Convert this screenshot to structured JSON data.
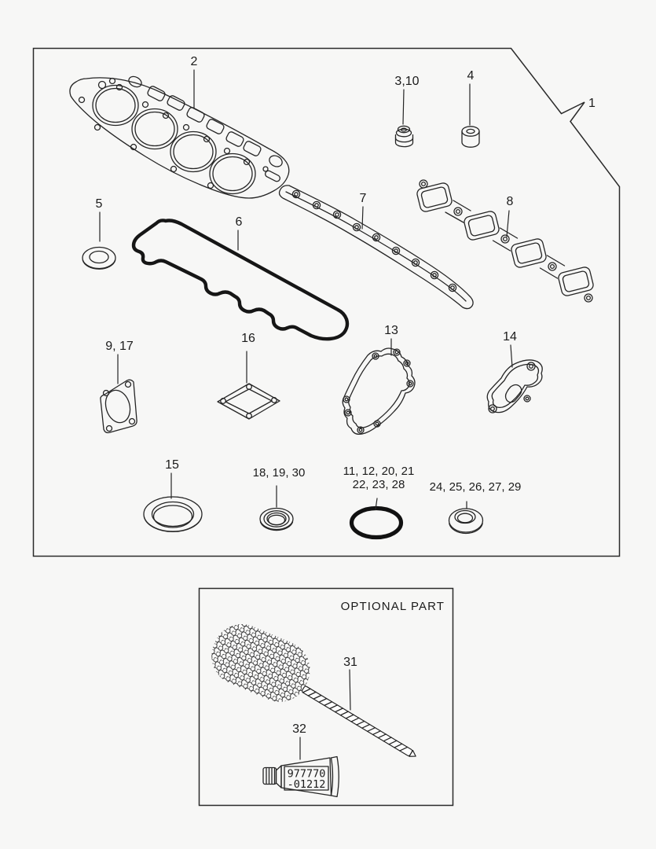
{
  "diagram": {
    "assembly_callout": "1",
    "callouts": {
      "head_gasket": "2",
      "valve_stem_seal": "3,10",
      "spring_seat": "4",
      "seal_washer": "5",
      "rocker_cover_gasket": "6",
      "intake_manifold_gasket": "7",
      "exhaust_manifold_gasket": "8",
      "side_cover_gasket": "9, 17",
      "water_pump_gasket": "13",
      "outlet_gasket": "14",
      "large_seal_ring": "15",
      "port_gasket": "16",
      "small_washer": "18, 19, 30",
      "o_ring_line1": "11, 12, 20, 21",
      "o_ring_line2": "22, 23, 28",
      "grommet": "24, 25, 26, 27, 29"
    },
    "optional": {
      "title": "OPTIONAL PART",
      "brush_callout": "31",
      "tube_callout": "32",
      "tube_text_line1": "977770",
      "tube_text_line2": "-01212"
    }
  }
}
